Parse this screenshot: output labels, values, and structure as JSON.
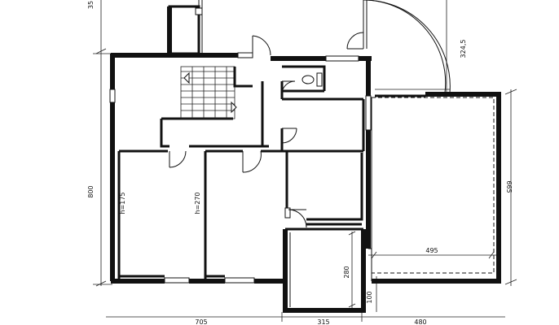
{
  "dimensions": {
    "top_partial": "35",
    "radius": "324,5",
    "left_height": "800",
    "right_height": "665",
    "garage_width": "495",
    "annex_height": "280",
    "annex_offset": "100",
    "bottom_left": "705",
    "bottom_mid": "315",
    "bottom_right": "480"
  },
  "rooms": {
    "room_left_height": "h=175",
    "room_mid_height": "h=270"
  }
}
